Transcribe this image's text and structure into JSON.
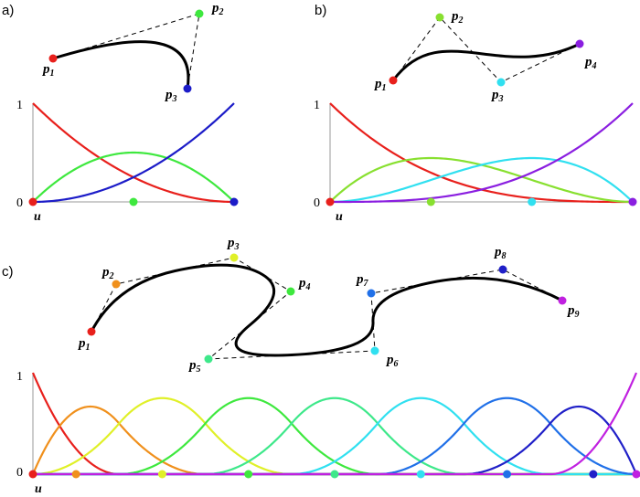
{
  "panels": {
    "a": {
      "label": "a)"
    },
    "b": {
      "label": "b)"
    },
    "c": {
      "label": "c)"
    }
  },
  "axis": {
    "y_top": "1",
    "y_bottom": "0",
    "x_var": "u"
  },
  "point_letter": "p",
  "colors": {
    "a": [
      "#e8201c",
      "#3ee83e",
      "#1c1cc8"
    ],
    "b": [
      "#e8201c",
      "#88e030",
      "#30e0f0",
      "#8a1ee0"
    ],
    "c": [
      "#e8201c",
      "#f0901c",
      "#e0f028",
      "#3ee83e",
      "#3ee88a",
      "#30e0f0",
      "#2070e8",
      "#2020c8",
      "#c020e0"
    ]
  },
  "control_points": {
    "a": [
      "1",
      "2",
      "3"
    ],
    "b": [
      "1",
      "2",
      "3",
      "4"
    ],
    "c": [
      "1",
      "2",
      "3",
      "4",
      "5",
      "6",
      "7",
      "8",
      "9"
    ]
  },
  "curve_types": {
    "a": "quadratic Bezier (3 control points)",
    "b": "cubic Bezier (4 control points)",
    "c": "quadratic B-spline, 9 control points, clamped uniform knots"
  }
}
